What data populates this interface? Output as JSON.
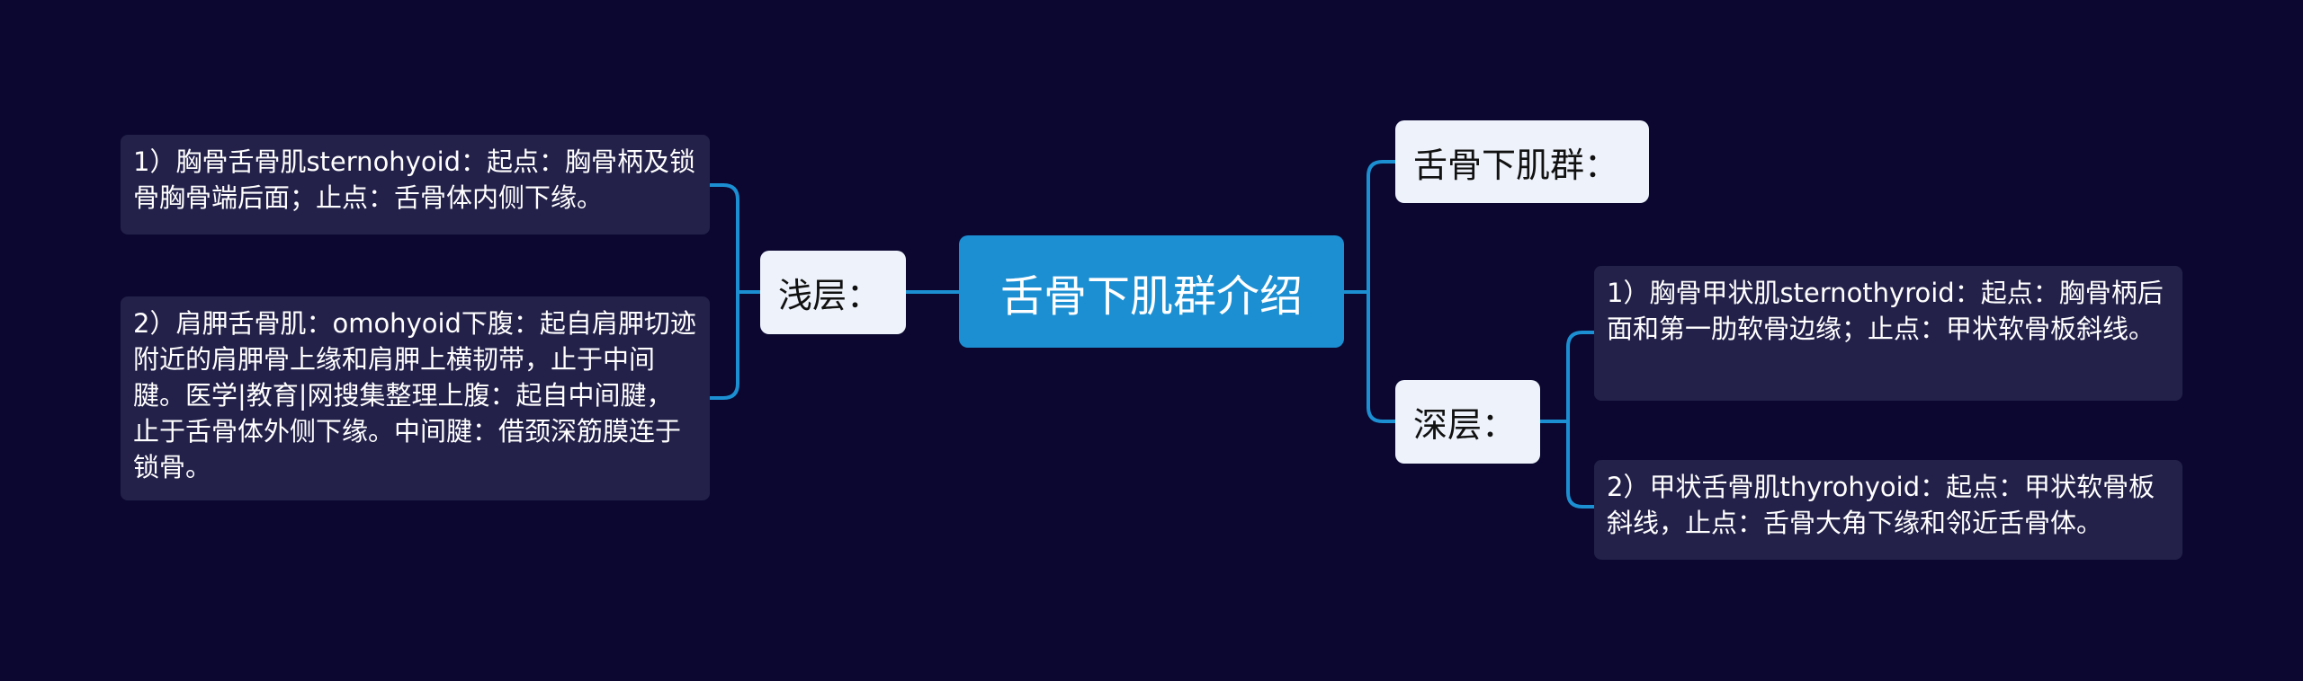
{
  "root": {
    "label": "舌骨下肌群介绍"
  },
  "branches": {
    "title_node": {
      "label": "舌骨下肌群："
    },
    "superficial": {
      "label": "浅层：",
      "items": [
        "1）胸骨舌骨肌sternohyoid：起点：胸骨柄及锁骨胸骨端后面；止点：舌骨体内侧下缘。",
        "2）肩胛舌骨肌：omohyoid下腹：起自肩胛切迹附近的肩胛骨上缘和肩胛上横韧带，止于中间腱。医学|教育|网搜集整理上腹：起自中间腱，止于舌骨体外侧下缘。中间腱：借颈深筋膜连于锁骨。"
      ]
    },
    "deep": {
      "label": "深层：",
      "items": [
        "1）胸骨甲状肌sternothyroid：起点：胸骨柄后面和第一肋软骨边缘；止点：甲状软骨板斜线。",
        "2）甲状舌骨肌thyrohyoid：起点：甲状软骨板斜线，止点：舌骨大角下缘和邻近舌骨体。"
      ]
    }
  },
  "colors": {
    "background": "#0b0730",
    "root_fill": "#1c8fd3",
    "mid_fill": "#eef3fb",
    "leaf_fill": "#23214a",
    "connector": "#1c8fd3"
  }
}
